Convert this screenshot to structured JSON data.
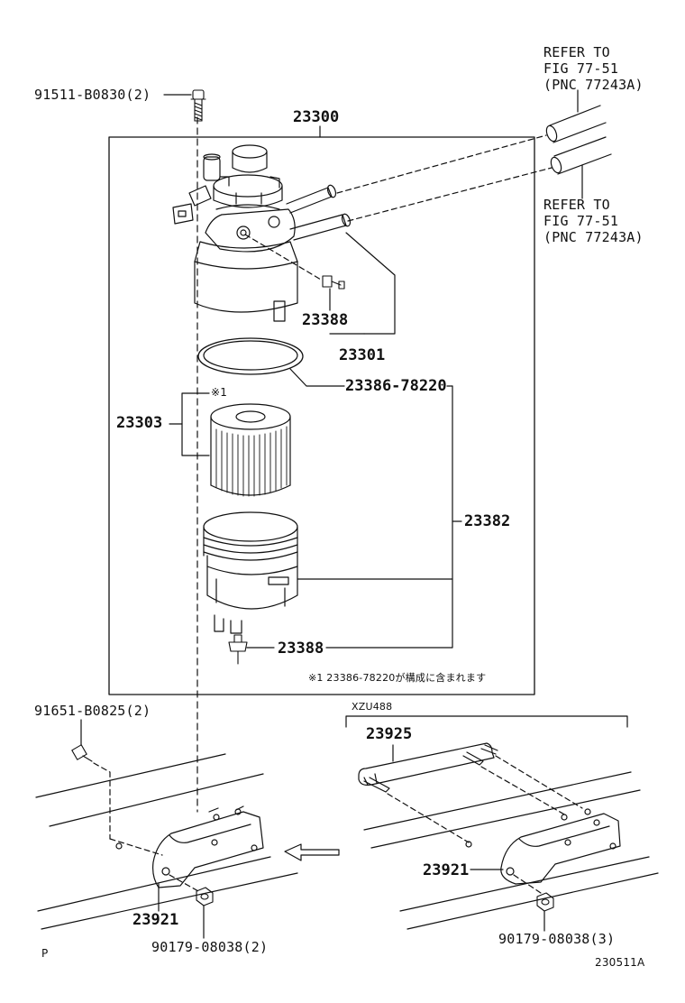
{
  "labels": {
    "p_91511": "91511-B0830(2)",
    "p_23300": "23300",
    "p_23388_top": "23388",
    "p_23301": "23301",
    "p_23386": "23386-78220",
    "p_note_mark": "※1",
    "p_23303": "23303",
    "p_23382": "23382",
    "p_23388_bottom": "23388",
    "p_note": "※1 23386-78220が構成に含まれます",
    "p_91651": "91651-B0825(2)",
    "p_xzu": "XZU488",
    "p_23925": "23925",
    "p_23921_left": "23921",
    "p_23921_right": "23921",
    "p_90179_left": "90179-08038(2)",
    "p_90179_right": "90179-08038(3)",
    "p_p": "P",
    "p_fig": "230511A"
  },
  "refer_top": [
    "REFER TO",
    "FIG 77-51",
    "(PNC 77243A)"
  ],
  "refer_bottom": [
    "REFER TO",
    "FIG 77-51",
    "(PNC 77243A)"
  ]
}
